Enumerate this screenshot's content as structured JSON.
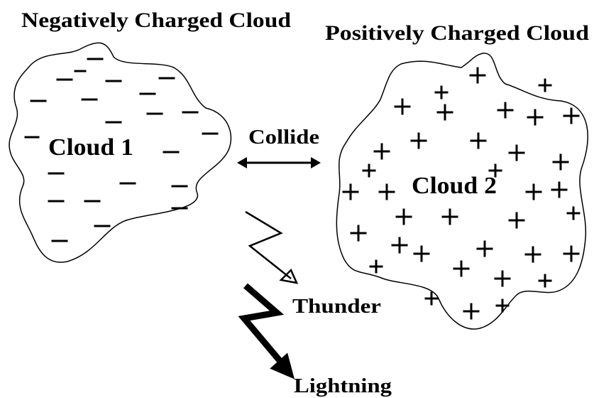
{
  "titles": {
    "left": "Negatively Charged Cloud",
    "right": "Positively Charged Cloud"
  },
  "clouds": {
    "cloud1": {
      "label": "Cloud 1",
      "charge_sign": "−",
      "sign_count": 22
    },
    "cloud2": {
      "label": "Cloud 2",
      "charge_sign": "+",
      "sign_count": 36
    }
  },
  "interaction": {
    "label": "Collide",
    "arrow": "double-headed-arrow"
  },
  "outcomes": {
    "thunder": {
      "label": "Thunder",
      "symbol": "thin-zigzag-arrow-icon"
    },
    "lightning": {
      "label": "Lightning",
      "symbol": "thick-zigzag-arrow-icon"
    }
  },
  "colors": {
    "ink": "#000000",
    "background": "#ffffff"
  }
}
